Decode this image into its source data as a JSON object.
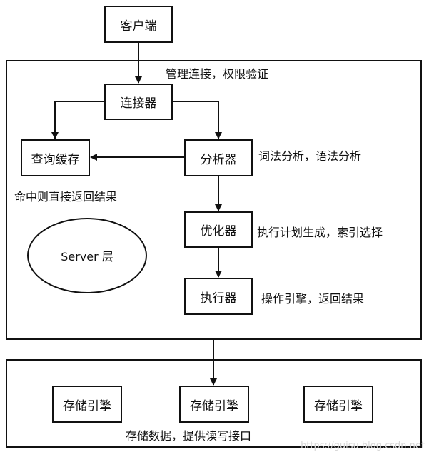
{
  "client": {
    "label": "客户端"
  },
  "server_layer": {
    "annotation": "管理连接，权限验证",
    "connector": {
      "label": "连接器"
    },
    "query_cache": {
      "label": "查询缓存",
      "note": "命中则直接返回结果"
    },
    "analyzer": {
      "label": "分析器",
      "note": "词法分析，语法分析"
    },
    "optimizer": {
      "label": "优化器",
      "note": "执行计划生成，索引选择"
    },
    "executor": {
      "label": "执行器",
      "note": "操作引擎，返回结果"
    },
    "name": "Server 层"
  },
  "storage_layer": {
    "engines": [
      {
        "label": "存储引擎"
      },
      {
        "label": "存储引擎"
      },
      {
        "label": "存储引擎"
      }
    ],
    "note": "存储数据，提供读写接口"
  },
  "watermark": "https://guisu.blog.csdn.net"
}
